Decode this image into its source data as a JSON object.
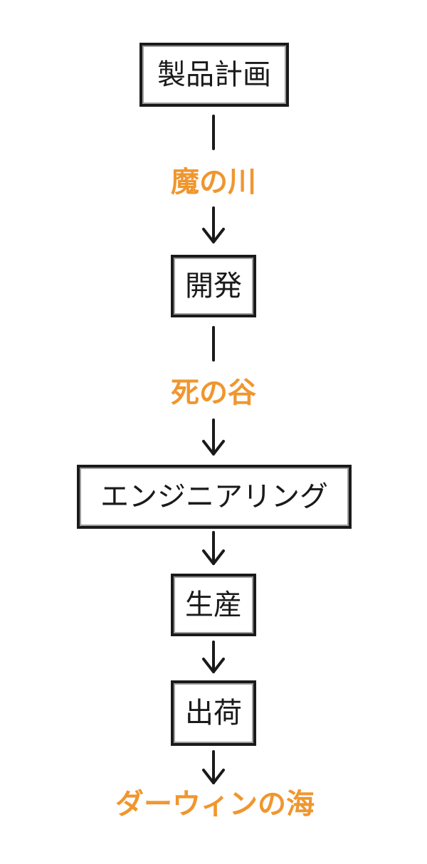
{
  "colors": {
    "stroke": "#1a1a1a",
    "barrier": "#f0962e"
  },
  "stages": {
    "planning": "製品計画",
    "development": "開発",
    "engineering": "エンジニアリング",
    "production": "生産",
    "shipping": "出荷"
  },
  "barriers": {
    "devils_river": "魔の川",
    "death_valley": "死の谷",
    "darwinian_sea": "ダーウィンの海"
  }
}
